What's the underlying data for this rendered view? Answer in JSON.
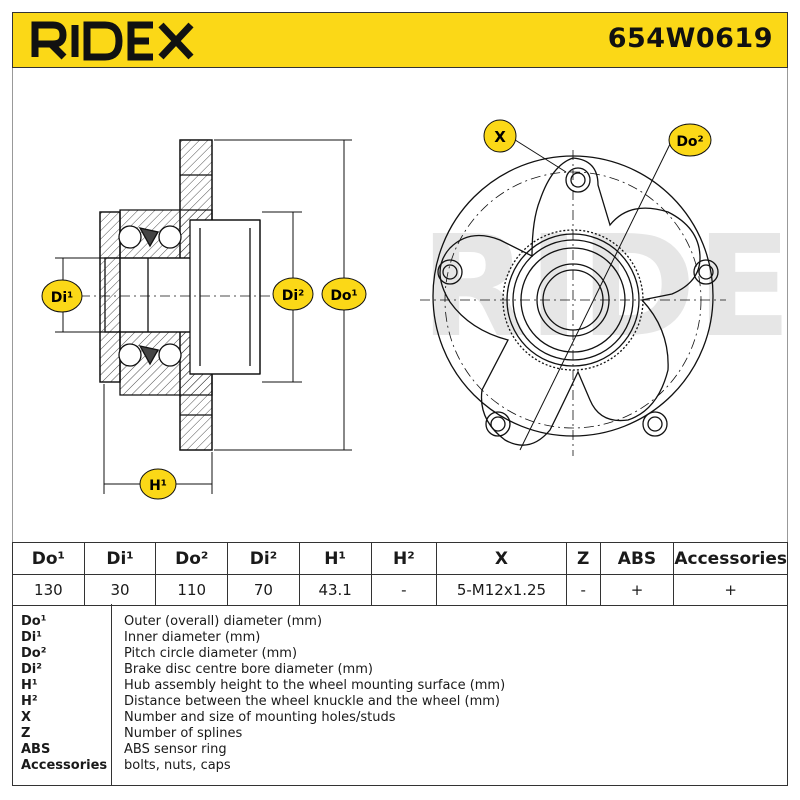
{
  "header": {
    "brand": "RIDEX",
    "part_number": "654W0619",
    "brand_color": "#fbd817"
  },
  "drawing": {
    "callouts": {
      "do1": "Do¹",
      "di1": "Di¹",
      "do2": "Do²",
      "di2": "Di²",
      "h1": "H¹",
      "x": "X"
    }
  },
  "spec_table": {
    "headers": [
      "Do¹",
      "Di¹",
      "Do²",
      "Di²",
      "H¹",
      "H²",
      "X",
      "Z",
      "ABS",
      "Accessories"
    ],
    "values": [
      "130",
      "30",
      "110",
      "70",
      "43.1",
      "-",
      "5-M12x1.25",
      "-",
      "+",
      "+"
    ]
  },
  "legend": [
    {
      "key": "Do¹",
      "desc": "Outer (overall) diameter (mm)"
    },
    {
      "key": "Di¹",
      "desc": "Inner diameter (mm)"
    },
    {
      "key": "Do²",
      "desc": "Pitch circle diameter (mm)"
    },
    {
      "key": "Di²",
      "desc": "Brake disc centre bore diameter (mm)"
    },
    {
      "key": "H¹",
      "desc": "Hub assembly height to the wheel mounting surface (mm)"
    },
    {
      "key": "H²",
      "desc": "Distance between the wheel knuckle and the wheel (mm)"
    },
    {
      "key": "X",
      "desc": "Number and size of mounting holes/studs"
    },
    {
      "key": "Z",
      "desc": "Number of splines"
    },
    {
      "key": "ABS",
      "desc": "ABS sensor ring"
    },
    {
      "key": "Accessories",
      "desc": "bolts, nuts, caps"
    }
  ]
}
